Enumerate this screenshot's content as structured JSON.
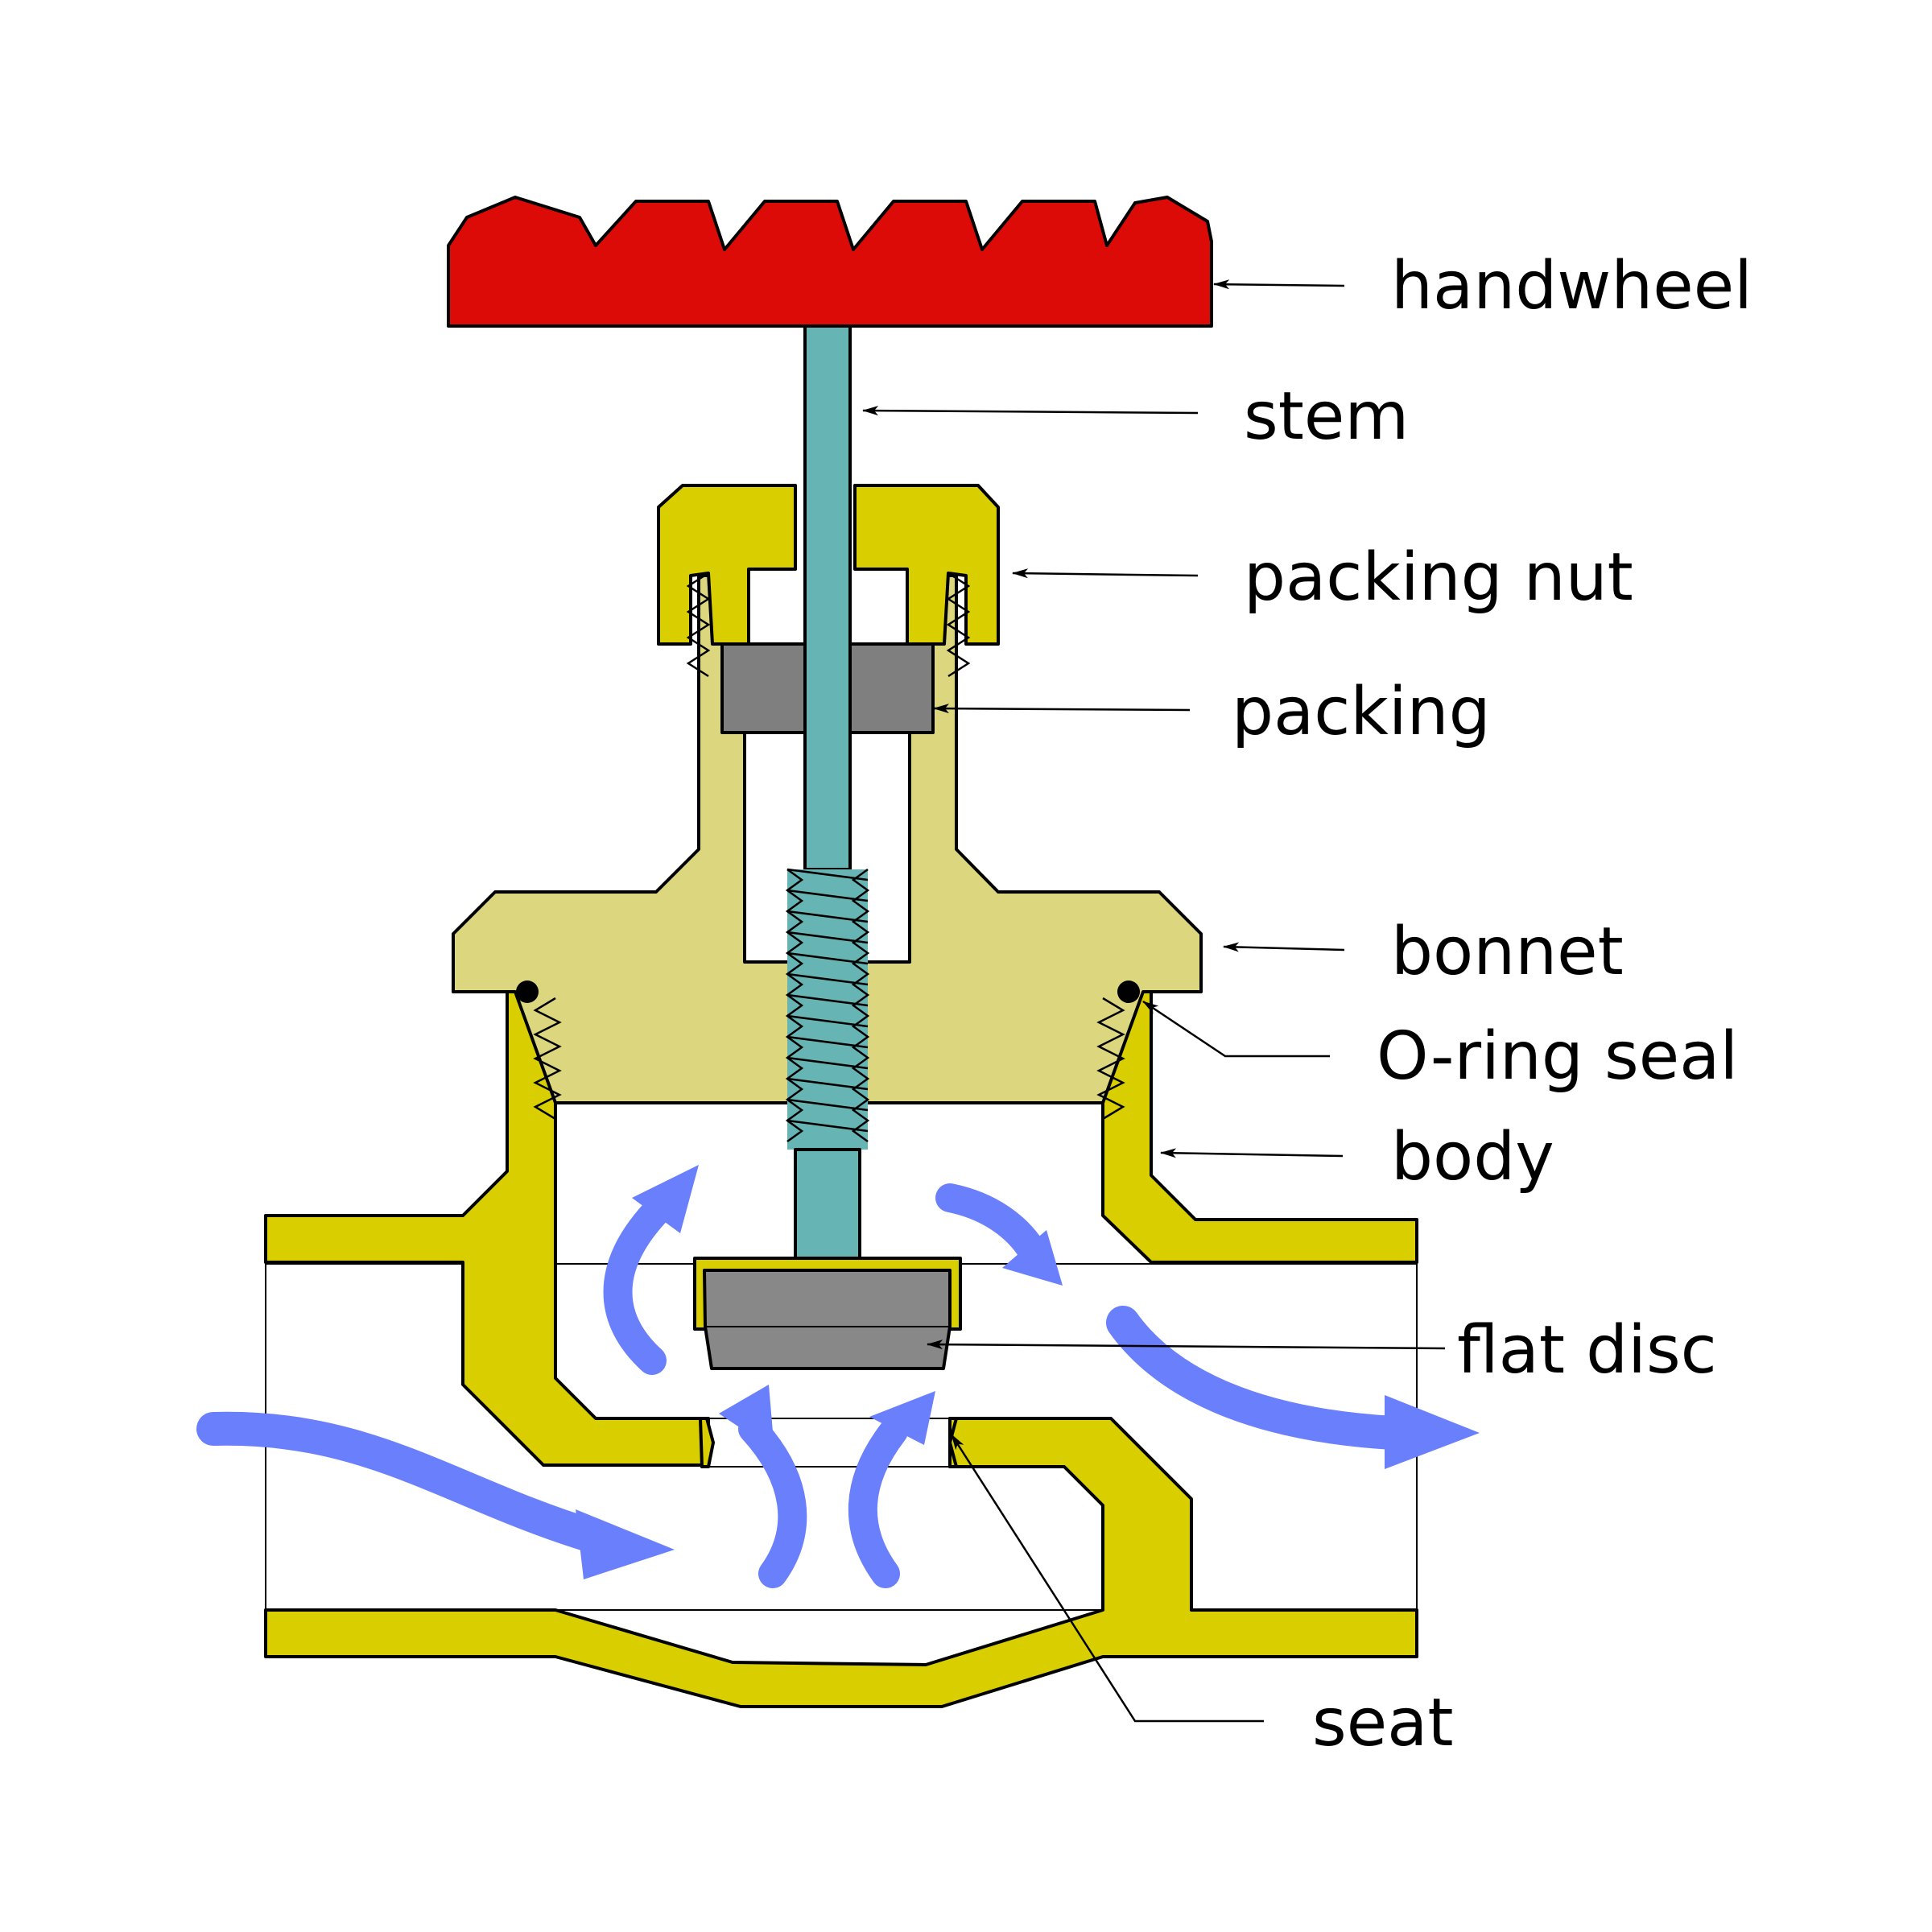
{
  "labels": {
    "handwheel": "handwheel",
    "stem": "stem",
    "packing_nut": "packing nut",
    "packing": "packing",
    "bonnet": "bonnet",
    "o_ring_seal": "O-ring seal",
    "body": "body",
    "flat_disc": "flat disc",
    "seat": "seat"
  },
  "colors": {
    "handwheel": "#dd0b07",
    "stem": "#66b4b3",
    "packing_nut": "#d9cf00",
    "bonnet": "#dcd67e",
    "body": "#d9cf00",
    "packing": "#7f7f7f",
    "disc": "#888888",
    "flow": "#6a7ffc"
  }
}
